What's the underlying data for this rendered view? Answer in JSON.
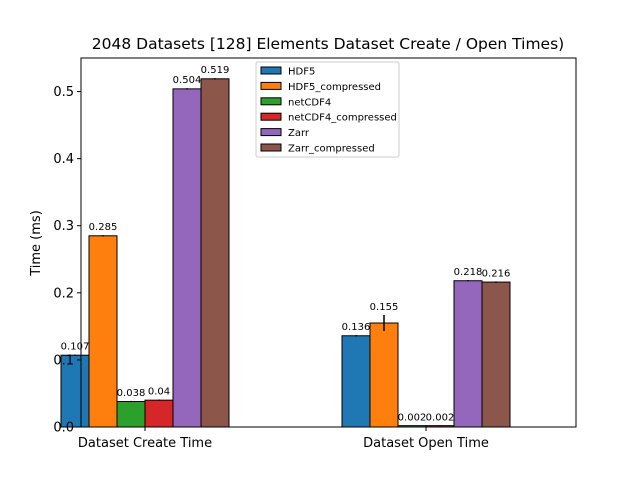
{
  "chart_data": {
    "type": "bar",
    "title": "2048 Datasets [128] Elements Dataset Create / Open Times)",
    "xlabel": "",
    "ylabel": "Time (ms)",
    "ylim": [
      0,
      0.55
    ],
    "yticks": [
      0.0,
      0.1,
      0.2,
      0.3,
      0.4,
      0.5
    ],
    "ytick_labels": [
      "0.0",
      "0.1",
      "0.2",
      "0.3",
      "0.4",
      "0.5"
    ],
    "categories": [
      "Dataset Create Time",
      "Dataset Open Time"
    ],
    "grid": false,
    "legend_position": "top-center",
    "series": [
      {
        "name": "HDF5",
        "color": "#1f77b4",
        "values": [
          0.107,
          0.136
        ],
        "labels": [
          "0.107",
          "0.136"
        ],
        "errors": [
          0.001,
          0.001
        ]
      },
      {
        "name": "HDF5_compressed",
        "color": "#ff7f0e",
        "values": [
          0.285,
          0.155
        ],
        "labels": [
          "0.285",
          "0.155"
        ],
        "errors": [
          0.001,
          0.012
        ]
      },
      {
        "name": "netCDF4",
        "color": "#2ca02c",
        "values": [
          0.038,
          0.002
        ],
        "labels": [
          "0.038",
          "0.002"
        ],
        "errors": [
          0.001,
          0.0005
        ]
      },
      {
        "name": "netCDF4_compressed",
        "color": "#d62728",
        "values": [
          0.04,
          0.002
        ],
        "labels": [
          "0.04",
          "0.002"
        ],
        "errors": [
          0.001,
          0.0005
        ]
      },
      {
        "name": "Zarr",
        "color": "#9467bd",
        "values": [
          0.504,
          0.218
        ],
        "labels": [
          "0.504",
          "0.218"
        ],
        "errors": [
          0.001,
          0.001
        ]
      },
      {
        "name": "Zarr_compressed",
        "color": "#8c564b",
        "values": [
          0.519,
          0.216
        ],
        "labels": [
          "0.519",
          "0.216"
        ],
        "errors": [
          0.001,
          0.001
        ]
      }
    ]
  }
}
